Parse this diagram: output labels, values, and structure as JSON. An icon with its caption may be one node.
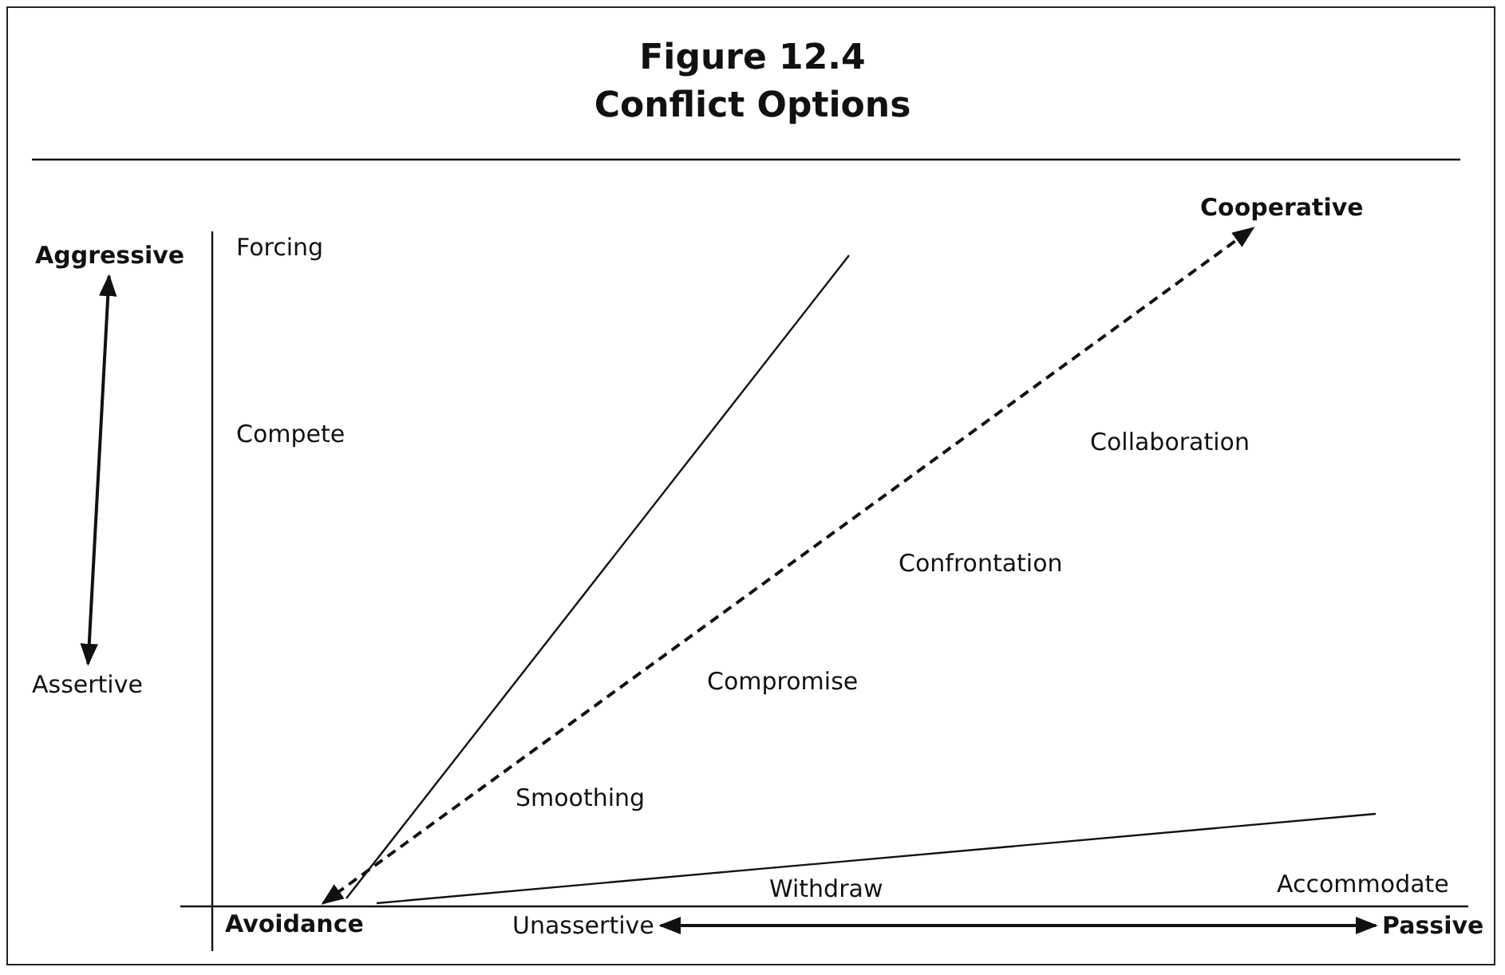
{
  "diagram": {
    "title": "Figure 12.4 Conflict Options",
    "nodes": [
      {
        "text": [
          "Aggressive"
        ]
      },
      {
        "text": [
          "Assertive"
        ]
      },
      {
        "text": [
          "Cooperative"
        ]
      },
      {
        "text": [
          "Avoidance"
        ]
      },
      {
        "text": [
          "Unassertive"
        ]
      },
      {
        "text": [
          "Passive"
        ]
      }
    ],
    "edges": [
      {
        "from": 0,
        "to": 1,
        "arrow": "both"
      },
      {
        "from": 3,
        "to": 2,
        "arrow": "both",
        "style": "dashed"
      },
      {
        "from": 4,
        "to": 5,
        "arrow": "both"
      }
    ],
    "labels": [
      "Forcing",
      "Compete",
      "Collaboration",
      "Confrontation",
      "Compromise",
      "Smoothing",
      "Withdraw",
      "Accommodate"
    ]
  }
}
